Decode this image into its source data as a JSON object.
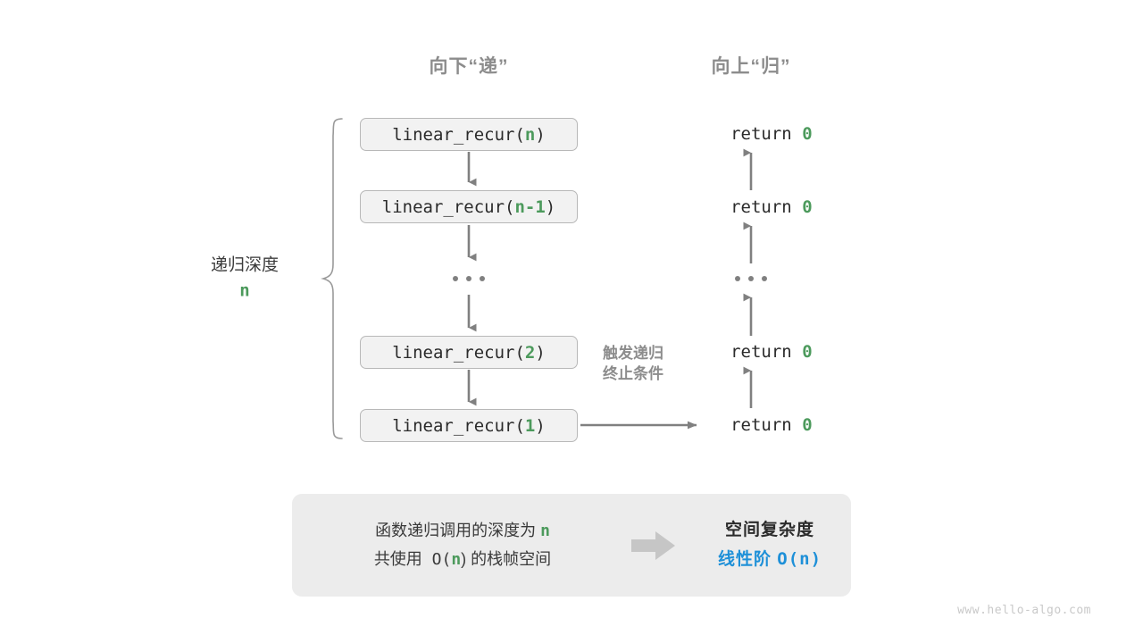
{
  "diagram": {
    "headers": {
      "down": "向下“递”",
      "up": "向上“归”"
    },
    "depth_bracket": {
      "label": "递归深度",
      "variable": "n"
    },
    "call_stack": [
      {
        "prefix": "linear_recur(",
        "arg": "n",
        "suffix": ")"
      },
      {
        "prefix": "linear_recur(",
        "arg": "n-1",
        "suffix": ")"
      },
      {
        "ellipsis": "..."
      },
      {
        "prefix": "linear_recur(",
        "arg": "2",
        "suffix": ")"
      },
      {
        "prefix": "linear_recur(",
        "arg": "1",
        "suffix": ")"
      }
    ],
    "returns": [
      {
        "keyword": "return ",
        "value": "0"
      },
      {
        "keyword": "return ",
        "value": "0"
      },
      {
        "ellipsis": "..."
      },
      {
        "keyword": "return ",
        "value": "0"
      },
      {
        "keyword": "return ",
        "value": "0"
      }
    ],
    "trigger_note": {
      "line1": "触发递归",
      "line2": "终止条件"
    },
    "summary": {
      "left_line1_a": "函数递归调用的深度为 ",
      "left_line1_n": "n",
      "left_line2_a": "共使用 O(",
      "left_line2_n": "n",
      "left_line2_b": ") 的栈帧空间",
      "right_title": "空间复杂度",
      "right_value_a": "线性阶 ",
      "right_value_b": "O(n)"
    },
    "watermark": "www.hello-algo.com",
    "colors": {
      "accent_green": "#4c9a5c",
      "accent_blue": "#1e90d8",
      "arrow_gray": "#808080",
      "box_fill": "#f2f2f2",
      "box_border": "#b8b8b8",
      "panel_fill": "#ececec",
      "header_gray": "#8c8c8c"
    }
  }
}
